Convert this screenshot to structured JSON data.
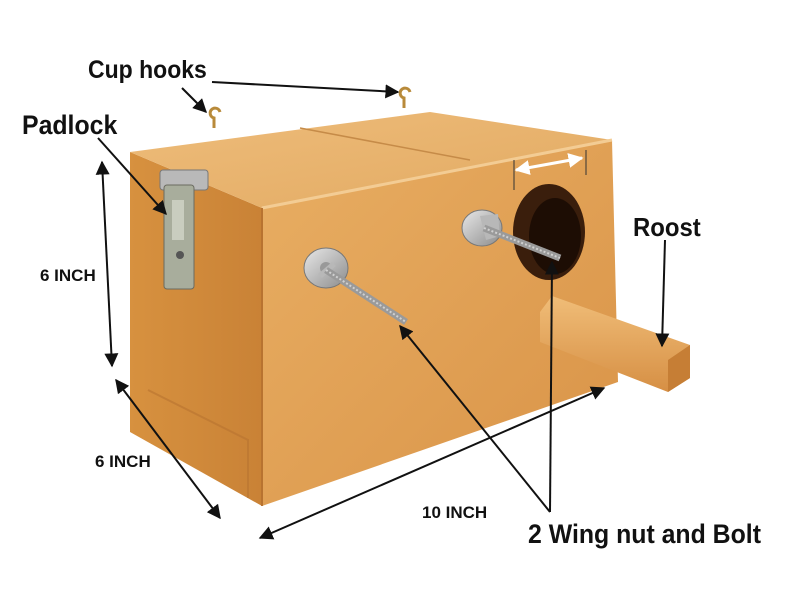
{
  "labels": {
    "cup_hooks": "Cup hooks",
    "padlock": "Padlock",
    "roost": "Roost",
    "height": "6 INCH",
    "depth": "6 INCH",
    "width": "10 INCH",
    "wing_nut": "2 Wing nut and Bolt"
  },
  "colors": {
    "wood_front": "#e0a055",
    "wood_side": "#d08a3e",
    "wood_top": "#e6b370",
    "hole": "#3a1e0c",
    "arrow": "#111111",
    "measure_arrow": "#ffffff"
  }
}
